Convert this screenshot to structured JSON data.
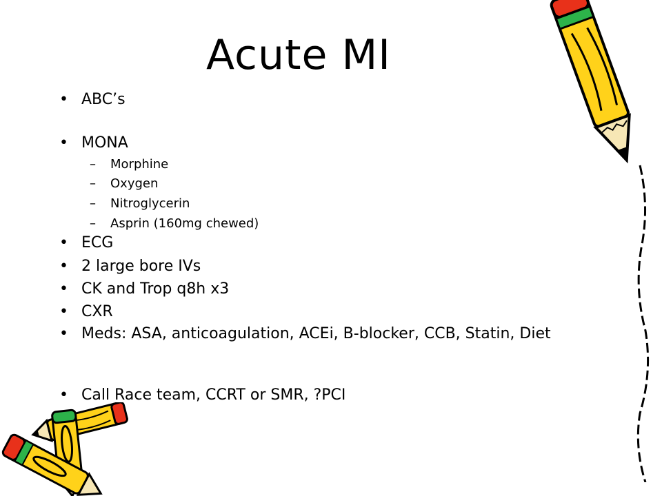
{
  "slide": {
    "title": "Acute MI",
    "bullet_glyph": "•",
    "sub_glyph": "–",
    "bullets": [
      "ABC’s",
      "MONA",
      "ECG",
      "2 large bore IVs",
      "CK and Trop q8h x3",
      "CXR",
      "Meds: ASA, anticoagulation, ACEi, B-blocker, CCB, Statin, Diet",
      "Call Race team, CCRT or SMR, ?PCI"
    ],
    "mona_items": [
      "Morphine",
      "Oxygen",
      "Nitroglycerin",
      "Asprin (160mg chewed)"
    ]
  },
  "clipart": {
    "top_right": "pencil-icon",
    "bottom_left": "pencils-icon",
    "colors": {
      "pencil_body": "#FFD21A",
      "eraser": "#E8311A",
      "band": "#2DB34A",
      "outline": "#000000",
      "wood": "#F7E7B5"
    }
  }
}
